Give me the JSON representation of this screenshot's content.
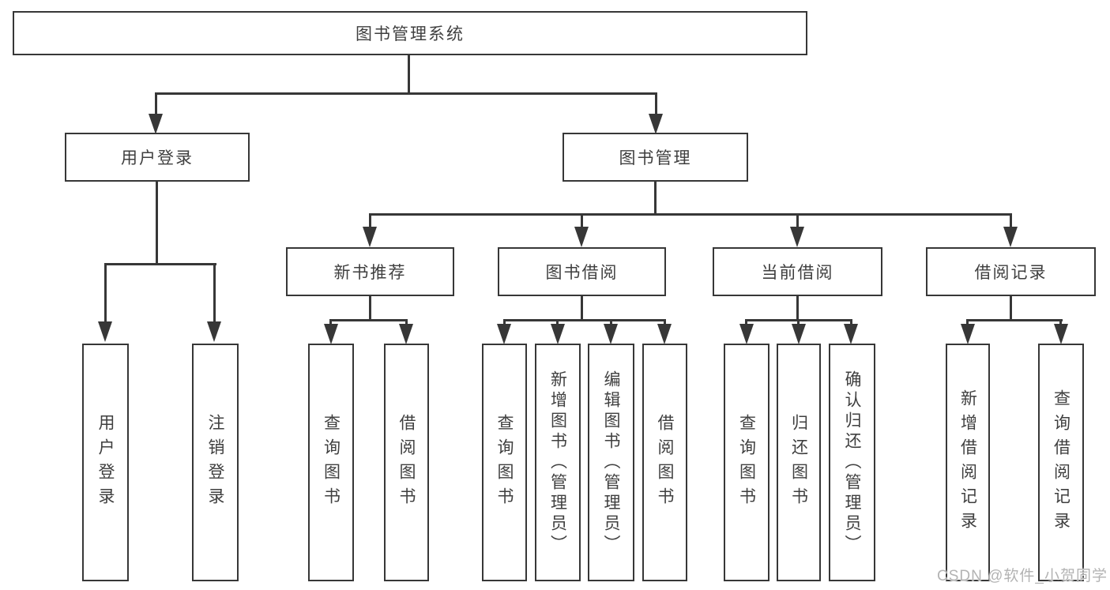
{
  "colors": {
    "line": "#373737",
    "text": "#3f3f3f",
    "watermark": "#b3b3b3",
    "background": "#ffffff"
  },
  "watermark": {
    "text": "CSDN @软件_小贺同学"
  },
  "tree": {
    "root": {
      "label": "图书管理系统"
    },
    "children": [
      {
        "label": "用户登录",
        "children": [
          {
            "label": "用户登录"
          },
          {
            "label": "注销登录"
          }
        ]
      },
      {
        "label": "图书管理",
        "children": [
          {
            "label": "新书推荐",
            "children": [
              {
                "label": "查询图书"
              },
              {
                "label": "借阅图书"
              }
            ]
          },
          {
            "label": "图书借阅",
            "children": [
              {
                "label": "查询图书"
              },
              {
                "label": "新增图书（管理员）"
              },
              {
                "label": "编辑图书（管理员）"
              },
              {
                "label": "借阅图书"
              }
            ]
          },
          {
            "label": "当前借阅",
            "children": [
              {
                "label": "查询图书"
              },
              {
                "label": "归还图书"
              },
              {
                "label": "确认归还（管理员）"
              }
            ]
          },
          {
            "label": "借阅记录",
            "children": [
              {
                "label": "新增借阅记录"
              },
              {
                "label": "查询借阅记录"
              }
            ]
          }
        ]
      }
    ]
  }
}
